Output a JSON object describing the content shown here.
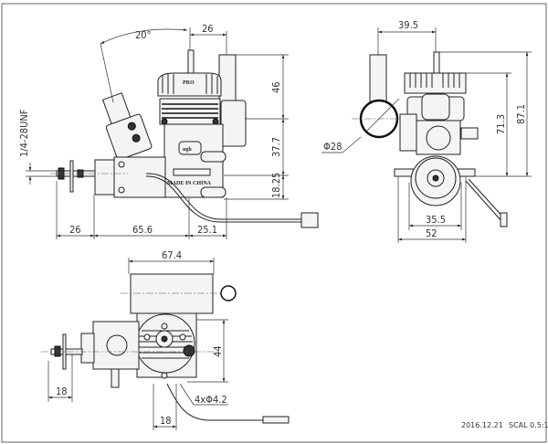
{
  "side_view": {
    "angle_label": "20°",
    "dim_top": "26",
    "dim_height_upper": "46",
    "dim_height_mid": "37.7",
    "dim_height_lower": "18.25",
    "dim_bottom_left": "26",
    "dim_bottom_mid": "65.6",
    "dim_bottom_right": "25.1",
    "thread_label": "1/4-28UNF",
    "head_marking": "PRO",
    "crankcase_logo": "ngh",
    "case_marking": "MADE IN CHINA"
  },
  "front_view": {
    "dim_top": "39.5",
    "dim_diameter": "Φ28",
    "dim_height_inner": "71.3",
    "dim_height_outer": "87.1",
    "dim_bottom_inner": "35.5",
    "dim_bottom_outer": "52"
  },
  "bottom_view": {
    "dim_top": "67.4",
    "dim_height": "44",
    "dim_left": "18",
    "dim_bottom": "18",
    "mount_holes": "4xΦ4.2"
  },
  "footer": {
    "date": "2016.12.21",
    "scale": "SCAL 0.5:1"
  }
}
